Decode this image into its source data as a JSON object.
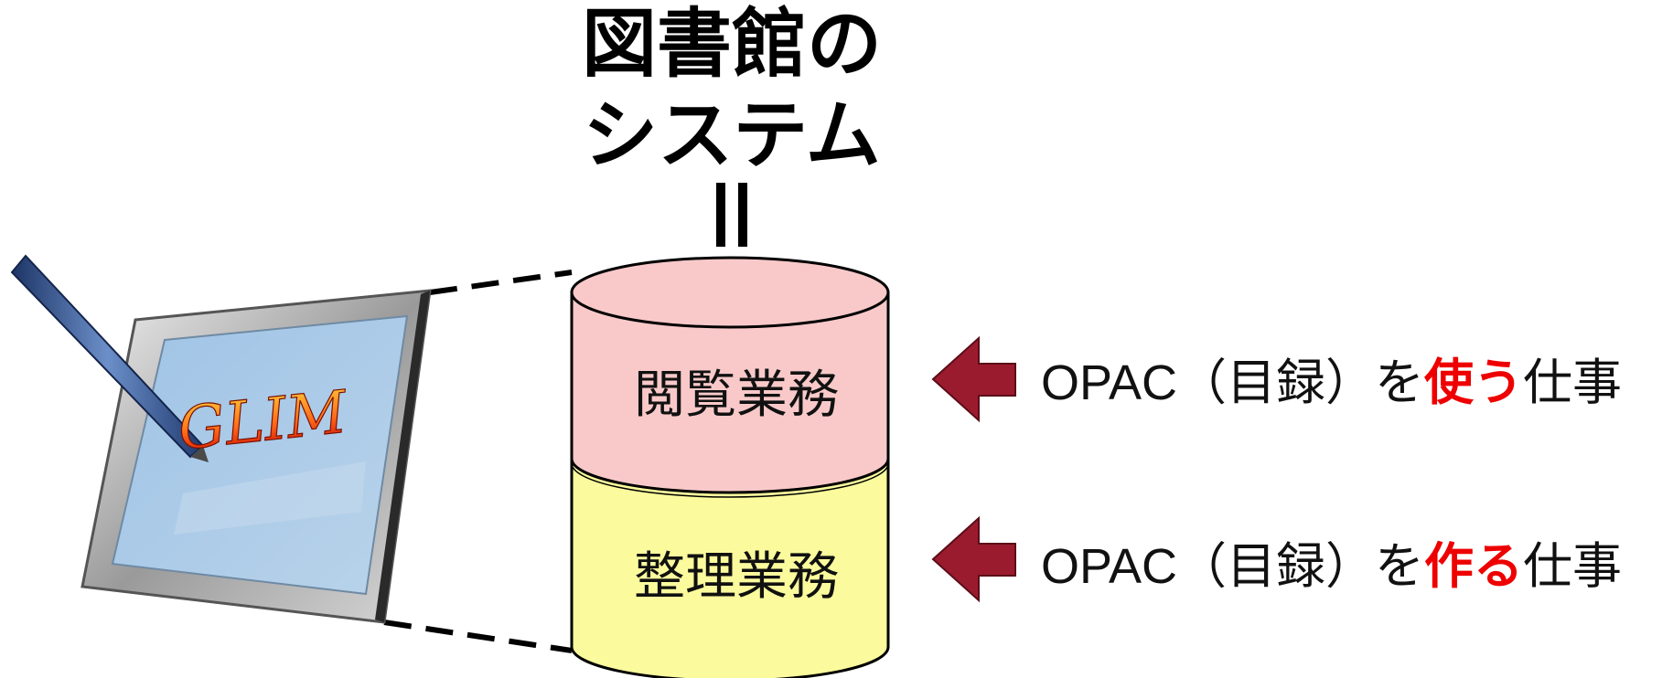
{
  "title": {
    "line1": "図書館の",
    "line2": "システム"
  },
  "logo_text": "GLIM",
  "cylinder": {
    "top_label": "閲覧業務",
    "bottom_label": "整理業務"
  },
  "descriptions": [
    {
      "prefix": "OPAC（目録）を",
      "emphasis": "使う",
      "suffix": "仕事"
    },
    {
      "prefix": "OPAC（目録）を",
      "emphasis": "作る",
      "suffix": "仕事"
    }
  ],
  "colors": {
    "top_section": "#f9c9c9",
    "bottom_section": "#fbfb9d",
    "arrow": "#9b1b2e",
    "emphasis": "#ee0000",
    "screen": "#a9c8e3"
  },
  "icons": [
    "pen-icon",
    "tablet-icon",
    "left-arrow-icon"
  ]
}
